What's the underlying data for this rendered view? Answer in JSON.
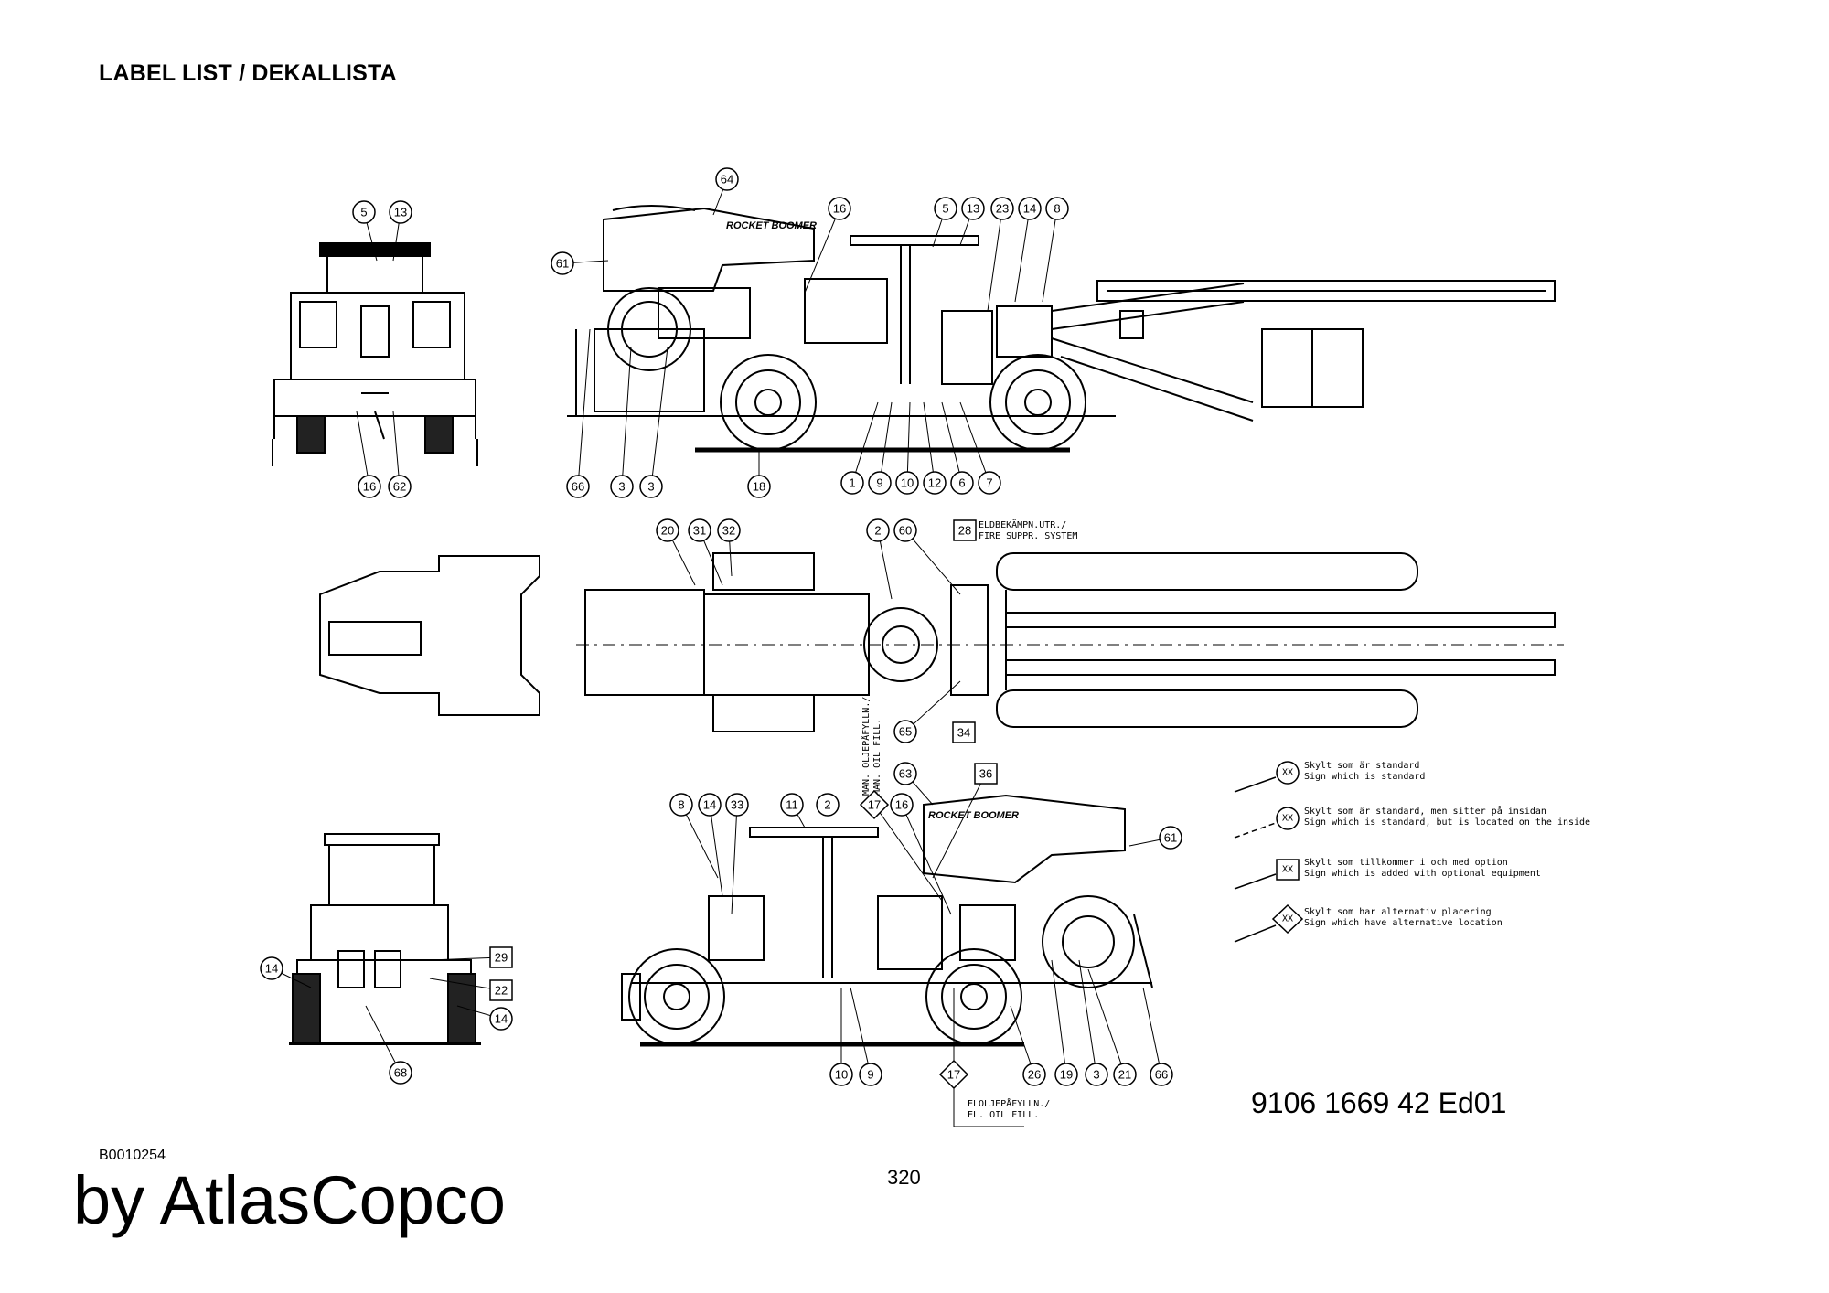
{
  "header": {
    "title": "LABEL LIST / DEKALLISTA"
  },
  "footer": {
    "doc_number": "9106 1669 42  Ed01",
    "image_code": "B0010254",
    "page_number": "320",
    "brand": "by AtlasCopco"
  },
  "drawing": {
    "machine_text": {
      "rocket_boomer": "ROCKET BOOMER"
    },
    "notes": {
      "fire_suppression_line1": "ELDBEKÄMPN.UTR./",
      "fire_suppression_line2": "FIRE SUPPR. SYSTEM",
      "man_oil_fill_line1": "MAN. OLJEPÅFYLLN./",
      "man_oil_fill_line2": "MAN. OIL FILL.",
      "el_oil_fill_line1": "ELOLJEPÅFYLLN./",
      "el_oil_fill_line2": "EL. OIL FILL."
    },
    "legend": [
      {
        "symbol": "XX",
        "shape": "circle",
        "line": "solid",
        "text_sv": "Skylt som är standard",
        "text_en": "Sign which is standard"
      },
      {
        "symbol": "XX",
        "shape": "circle",
        "line": "dashed",
        "text_sv": "Skylt som är standard, men sitter på insidan",
        "text_en": "Sign which is standard, but is located on the inside"
      },
      {
        "symbol": "XX",
        "shape": "square",
        "line": "solid",
        "text_sv": "Skylt som tillkommer i och med option",
        "text_en": "Sign which is added with optional equipment"
      },
      {
        "symbol": "XX",
        "shape": "diamond",
        "line": "solid",
        "text_sv": "Skylt som har alternativ placering",
        "text_en": "Sign which have alternative location"
      }
    ],
    "callouts": [
      {
        "n": "5",
        "shape": "circle"
      },
      {
        "n": "13",
        "shape": "circle"
      },
      {
        "n": "16",
        "shape": "circle"
      },
      {
        "n": "62",
        "shape": "circle"
      },
      {
        "n": "64",
        "shape": "circle"
      },
      {
        "n": "61",
        "shape": "circle"
      },
      {
        "n": "16",
        "shape": "circle"
      },
      {
        "n": "5",
        "shape": "circle"
      },
      {
        "n": "13",
        "shape": "circle"
      },
      {
        "n": "23",
        "shape": "circle"
      },
      {
        "n": "14",
        "shape": "circle"
      },
      {
        "n": "8",
        "shape": "circle"
      },
      {
        "n": "66",
        "shape": "circle"
      },
      {
        "n": "3",
        "shape": "circle"
      },
      {
        "n": "3",
        "shape": "circle"
      },
      {
        "n": "18",
        "shape": "circle"
      },
      {
        "n": "1",
        "shape": "circle"
      },
      {
        "n": "9",
        "shape": "circle"
      },
      {
        "n": "10",
        "shape": "circle"
      },
      {
        "n": "12",
        "shape": "circle"
      },
      {
        "n": "6",
        "shape": "circle"
      },
      {
        "n": "7",
        "shape": "circle"
      },
      {
        "n": "20",
        "shape": "circle"
      },
      {
        "n": "31",
        "shape": "circle"
      },
      {
        "n": "32",
        "shape": "circle"
      },
      {
        "n": "2",
        "shape": "circle"
      },
      {
        "n": "60",
        "shape": "circle"
      },
      {
        "n": "28",
        "shape": "square"
      },
      {
        "n": "65",
        "shape": "circle"
      },
      {
        "n": "34",
        "shape": "square"
      },
      {
        "n": "63",
        "shape": "circle"
      },
      {
        "n": "36",
        "shape": "square"
      },
      {
        "n": "8",
        "shape": "circle"
      },
      {
        "n": "14",
        "shape": "circle"
      },
      {
        "n": "33",
        "shape": "circle"
      },
      {
        "n": "11",
        "shape": "circle"
      },
      {
        "n": "2",
        "shape": "circle"
      },
      {
        "n": "17",
        "shape": "diamond"
      },
      {
        "n": "16",
        "shape": "circle"
      },
      {
        "n": "61",
        "shape": "circle"
      },
      {
        "n": "14",
        "shape": "circle"
      },
      {
        "n": "29",
        "shape": "square"
      },
      {
        "n": "22",
        "shape": "square"
      },
      {
        "n": "14",
        "shape": "circle"
      },
      {
        "n": "68",
        "shape": "circle"
      },
      {
        "n": "10",
        "shape": "circle"
      },
      {
        "n": "9",
        "shape": "circle"
      },
      {
        "n": "17",
        "shape": "diamond"
      },
      {
        "n": "26",
        "shape": "circle"
      },
      {
        "n": "19",
        "shape": "circle"
      },
      {
        "n": "3",
        "shape": "circle"
      },
      {
        "n": "21",
        "shape": "circle"
      },
      {
        "n": "66",
        "shape": "circle"
      }
    ]
  }
}
